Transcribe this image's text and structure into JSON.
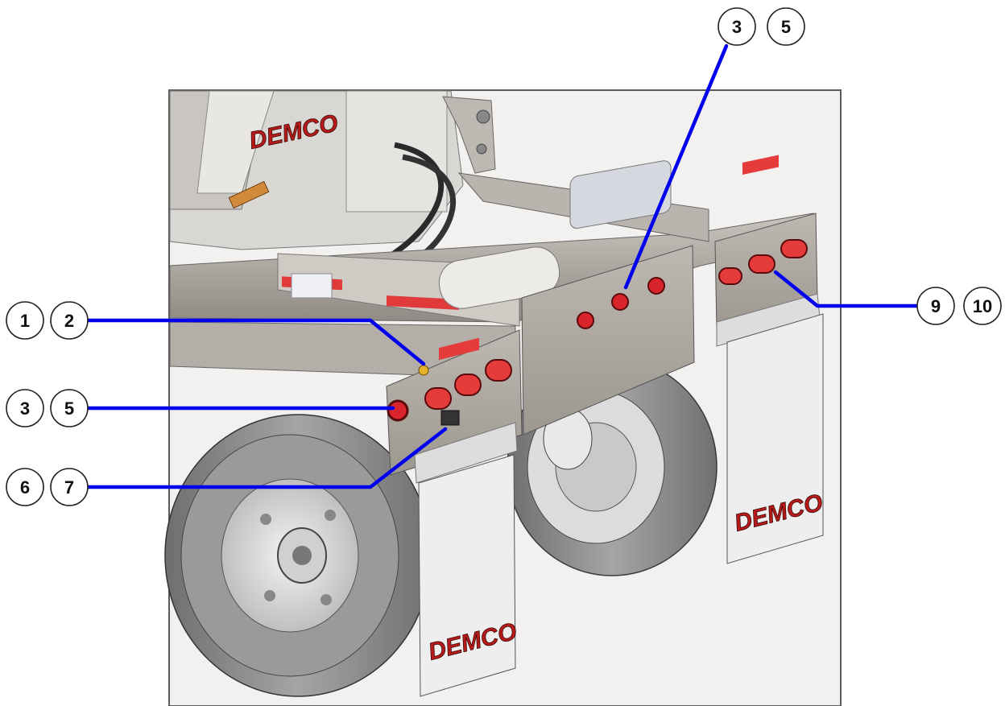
{
  "illustration": {
    "brand_text": "DEMCO",
    "colors": {
      "leader": "#0000ee",
      "lamp_red": "#d8242a",
      "reflector_red": "#e53b3b",
      "frame_gray": "#a8a39c",
      "tire_gray": "#8a8a8a",
      "flap_white": "#eeeeee"
    }
  },
  "callouts": [
    {
      "id": "top",
      "labels": [
        "3",
        "5"
      ]
    },
    {
      "id": "rear-left-upper",
      "labels": [
        "1",
        "2"
      ]
    },
    {
      "id": "rear-left-middle",
      "labels": [
        "3",
        "5"
      ]
    },
    {
      "id": "rear-left-lower",
      "labels": [
        "6",
        "7"
      ]
    },
    {
      "id": "rear-right",
      "labels": [
        "9",
        "10"
      ]
    }
  ]
}
